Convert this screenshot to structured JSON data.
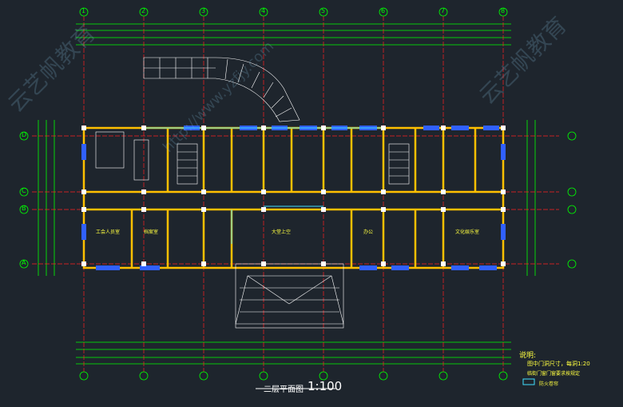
{
  "drawing": {
    "title": "二层平面图",
    "scale": "1:100",
    "notes_heading": "说明:",
    "note_1": "图中门洞尺寸，每洞1:20",
    "note_2": "临街门窗门窗要求按规定",
    "legend_text": "防火卷帘"
  },
  "axes": {
    "columns": [
      "1",
      "2",
      "3",
      "4",
      "5",
      "6",
      "7",
      "8"
    ],
    "rows": [
      "A",
      "B",
      "C",
      "D"
    ]
  },
  "rooms": {
    "office": "办公",
    "reading": "文化娱乐室",
    "records": "档案室",
    "meeting": "工会人员室",
    "hall": "大堂上空"
  },
  "watermarks": [
    "云艺帆教育",
    "http://www.yzfjy.com"
  ],
  "colors": {
    "background": "#1e252d",
    "grid": "#00ff00",
    "axis_line": "#ff2020",
    "wall": "#ffc000",
    "window": "#3060ff",
    "column": "#ffffff",
    "dimension": "#ffff40",
    "cyan": "#40e0ff"
  }
}
